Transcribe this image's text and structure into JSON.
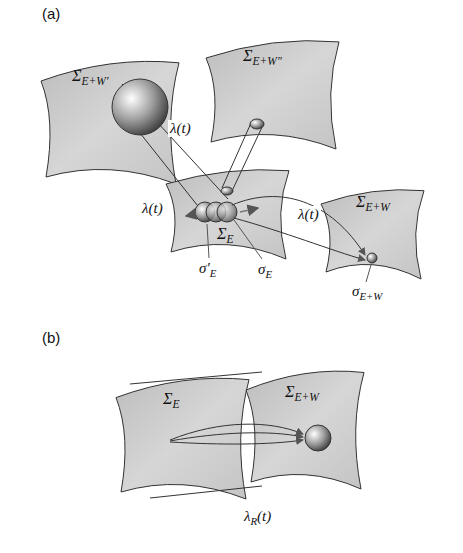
{
  "diagram": {
    "nodes": [
      {
        "text": [
          "ΣE+W′"
        ]
      },
      {
        "text": [
          "ΣE+W″"
        ]
      },
      {
        "text": [
          "ΣE"
        ]
      },
      {
        "text": [
          "ΣE+W"
        ]
      },
      {
        "text": [
          "ΣE"
        ]
      },
      {
        "text": [
          "ΣE+W"
        ]
      }
    ],
    "labels": [
      "(a)",
      "λ(t)",
      "λ(t)",
      "λ(t)",
      "σ′E",
      "σE",
      "σE+W",
      "(b)",
      "λR(t)"
    ]
  }
}
